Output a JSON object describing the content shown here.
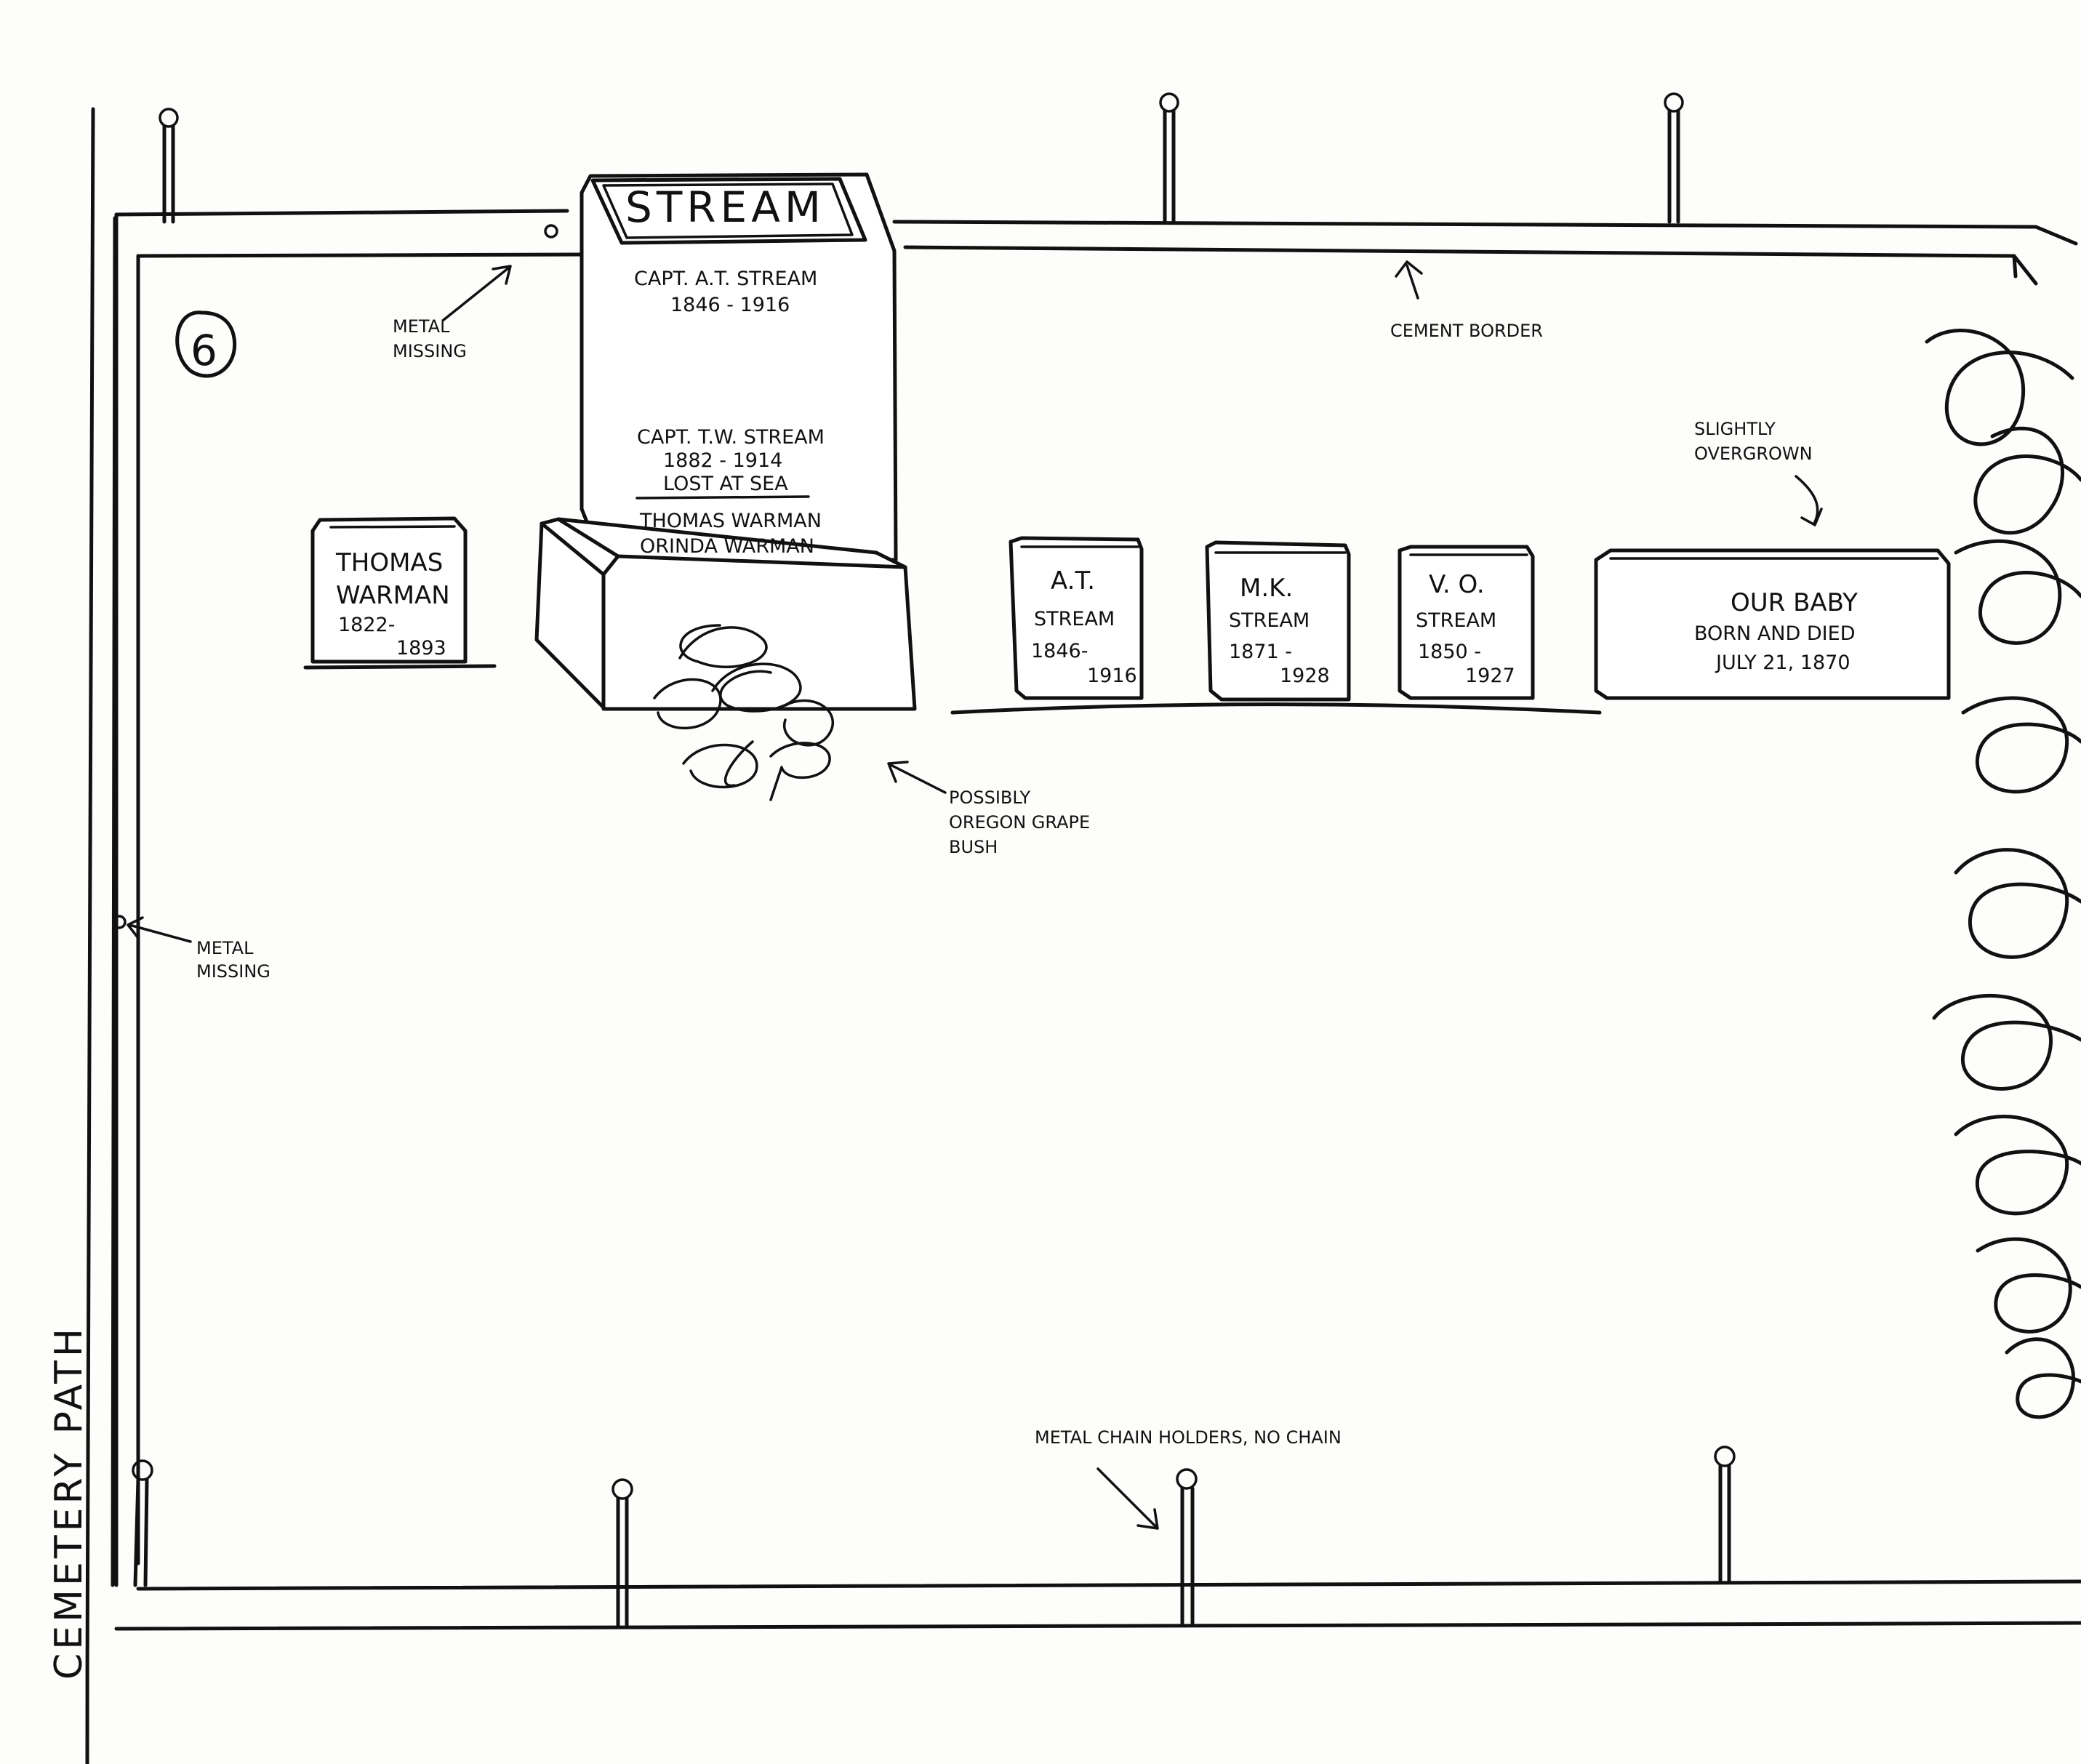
{
  "plot_number": "6",
  "side_label": "CEMETERY PATH",
  "main_monument": {
    "family_name": "STREAM",
    "lines": [
      "CAPT. A.T. STREAM",
      "1846 - 1916",
      "CAPT. T.W. STREAM",
      "1882 - 1914",
      "LOST AT SEA",
      "THOMAS WARMAN",
      "ORINDA WARMAN"
    ]
  },
  "headstones": [
    {
      "lines": [
        "THOMAS",
        "WARMAN",
        "1822-",
        "1893"
      ]
    },
    {
      "lines": [
        "A.T.",
        "STREAM",
        "1846-",
        "1916"
      ]
    },
    {
      "lines": [
        "M.K.",
        "STREAM",
        "1871 -",
        "1928"
      ]
    },
    {
      "lines": [
        "V. O.",
        "STREAM",
        "1850 -",
        "1927"
      ]
    },
    {
      "lines": [
        "OUR BABY",
        "BORN AND DIED",
        "JULY 21, 1870"
      ]
    }
  ],
  "annotations": {
    "metal_missing_top": "METAL MISSING",
    "metal_missing_left": "METAL MISSING",
    "cement_border": "CEMENT BORDER",
    "slightly_overgrown": "SLIGHTLY OVERGROWN",
    "oregon_grape": "POSSIBLY OREGON GRAPE BUSH",
    "chain_holders": "METAL CHAIN HOLDERS, NO CHAIN"
  }
}
